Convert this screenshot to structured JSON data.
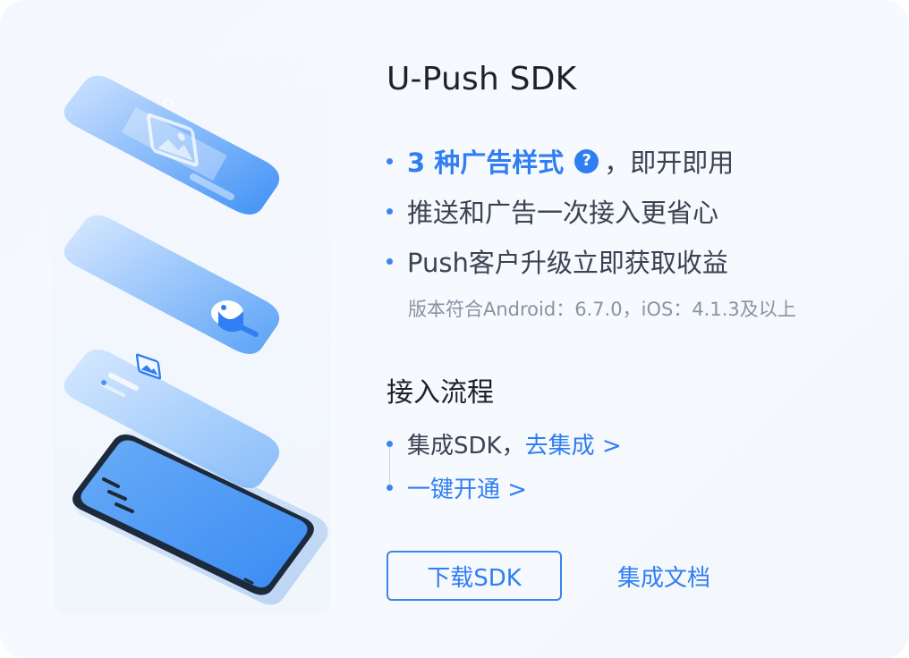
{
  "card": {
    "title": "U-Push SDK",
    "features": [
      {
        "highlight": "3 种广告样式",
        "rest": "，即开即用"
      },
      {
        "text": "推送和广告一次接入更省心"
      },
      {
        "text": "Push客户升级立即获取收益"
      }
    ],
    "help_glyph": "?",
    "version_note": "版本符合Android：6.7.0，iOS：4.1.3及以上",
    "flow": {
      "title": "接入流程",
      "steps": [
        {
          "text": "集成SDK，",
          "link": "去集成 >"
        },
        {
          "link": "一键开通 >"
        }
      ]
    },
    "actions": {
      "download_label": "下载SDK",
      "docs_label": "集成文档"
    }
  },
  "colors": {
    "accent": "#2f7ef2",
    "title": "#1d2129",
    "body": "#3b4352",
    "muted": "#8a93a3"
  },
  "icons": {
    "help": "question-circle-icon",
    "illustration": "phone-layers-illustration"
  }
}
